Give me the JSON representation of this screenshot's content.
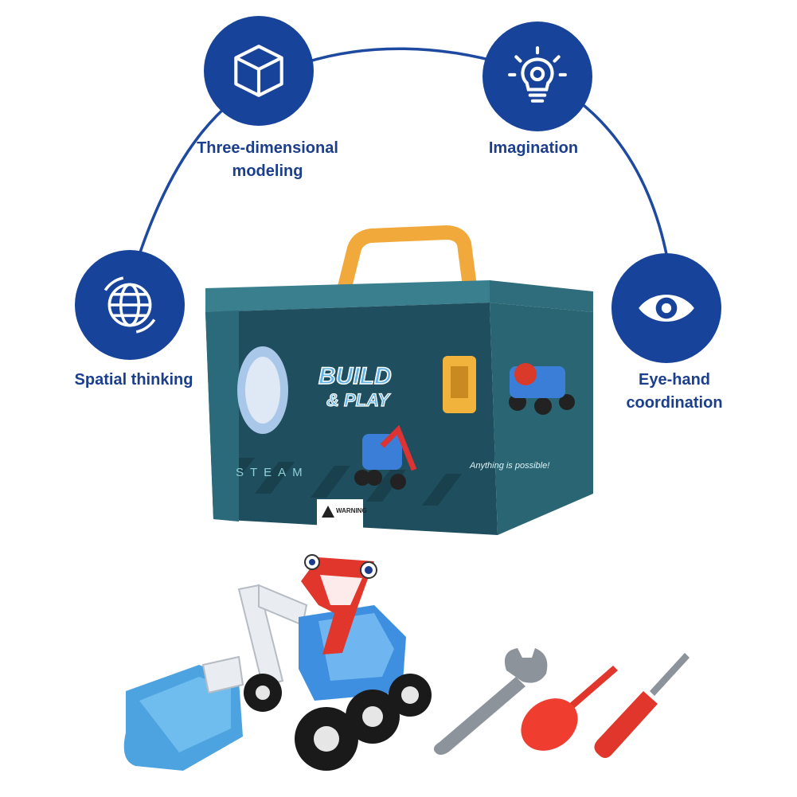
{
  "colors": {
    "badge": "#17449a",
    "label": "#1b3f8c",
    "arc": "#1d4aa0"
  },
  "features": [
    {
      "icon": "cube-icon",
      "lines": [
        "Three-dimensional",
        "modeling"
      ]
    },
    {
      "icon": "lightbulb-gear-icon",
      "lines": [
        "Imagination"
      ]
    },
    {
      "icon": "globe-icon",
      "lines": [
        "Spatial thinking"
      ]
    },
    {
      "icon": "eye-icon",
      "lines": [
        "Eye-hand",
        "coordination"
      ]
    }
  ],
  "box": {
    "logo_line1": "BUILD",
    "logo_line2": "& PLAY",
    "steam": "STEAM",
    "tagline": "Anything is possible!",
    "warning": "WARNING"
  },
  "tools": [
    "wrench-icon",
    "red-screwdriver-icon",
    "red-screwdriver-icon"
  ]
}
